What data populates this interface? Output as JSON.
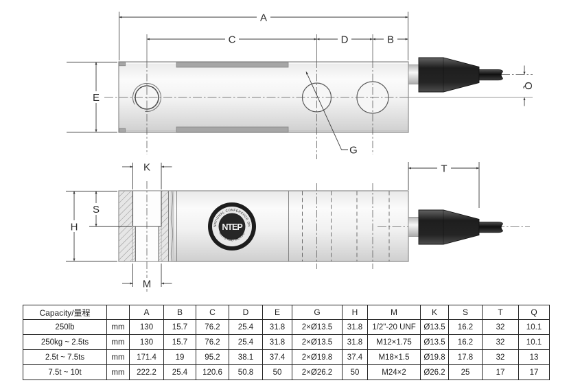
{
  "drawing": {
    "dimension_labels": {
      "a": "A",
      "b": "B",
      "c": "C",
      "d": "D",
      "e": "E",
      "g": "G",
      "q": "Q",
      "k": "K",
      "s": "S",
      "h": "H",
      "m": "M",
      "t": "T"
    },
    "logo": {
      "center": "NTEP",
      "arc_top": "NATIONAL CONFERENCE ON",
      "arc_bottom": "WEIGHTS AND MEASURES"
    },
    "colors": {
      "body_light": "#fafafa",
      "body_dark": "#d2d2d2",
      "slot_gray": "#a6a6a6",
      "gland_dark": "#1e1e1e",
      "dimension_line": "#3c3c3c"
    }
  },
  "table": {
    "columns": [
      "Capacity/量程",
      "",
      "A",
      "B",
      "C",
      "D",
      "E",
      "G",
      "H",
      "M",
      "K",
      "S",
      "T",
      "Q"
    ],
    "rows": [
      [
        "250lb",
        "mm",
        "130",
        "15.7",
        "76.2",
        "25.4",
        "31.8",
        "2×Ø13.5",
        "31.8",
        "1/2\"-20 UNF",
        "Ø13.5",
        "16.2",
        "32",
        "10.1"
      ],
      [
        "250kg ~ 2.5ts",
        "mm",
        "130",
        "15.7",
        "76.2",
        "25.4",
        "31.8",
        "2×Ø13.5",
        "31.8",
        "M12×1.75",
        "Ø13.5",
        "16.2",
        "32",
        "10.1"
      ],
      [
        "2.5t ~ 7.5ts",
        "mm",
        "171.4",
        "19",
        "95.2",
        "38.1",
        "37.4",
        "2×Ø19.8",
        "37.4",
        "M18×1.5",
        "Ø19.8",
        "17.8",
        "32",
        "13"
      ],
      [
        "7.5t ~ 10t",
        "mm",
        "222.2",
        "25.4",
        "120.6",
        "50.8",
        "50",
        "2×Ø26.2",
        "50",
        "M24×2",
        "Ø26.2",
        "25",
        "17",
        "17"
      ]
    ]
  }
}
